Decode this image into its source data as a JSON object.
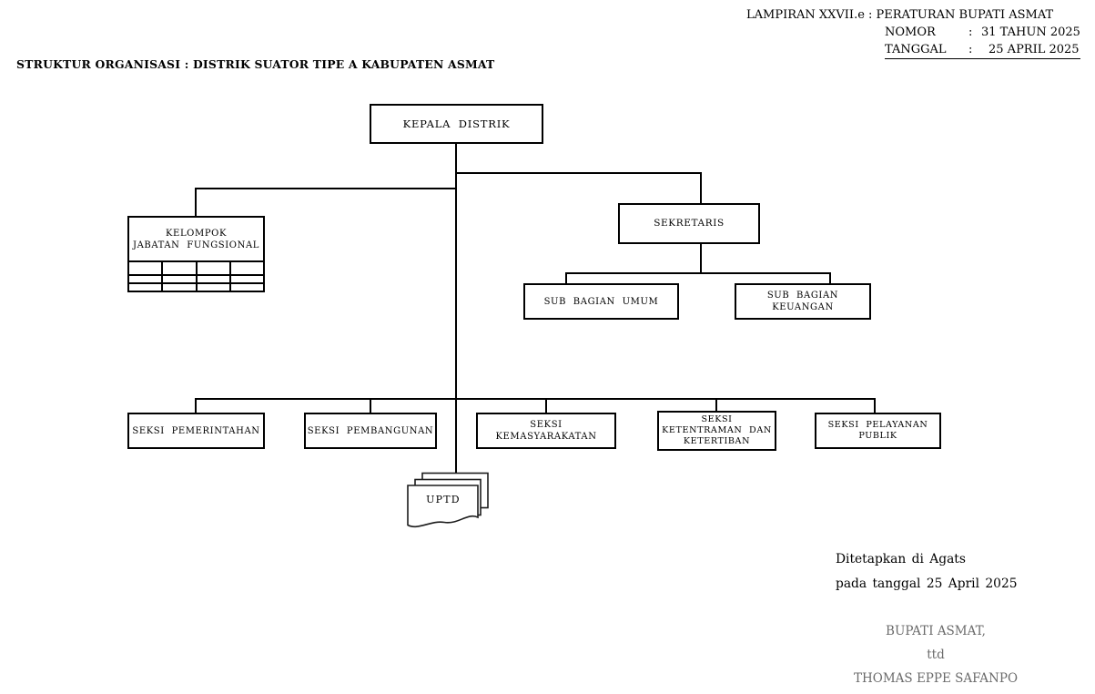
{
  "header": {
    "line1": "LAMPIRAN XXVII.e : PERATURAN BUPATI ASMAT",
    "rows": [
      {
        "label": "NOMOR",
        "sep": ":",
        "value": "31 TAHUN 2025"
      },
      {
        "label": "TANGGAL",
        "sep": ":",
        "value": "25 APRIL 2025"
      }
    ]
  },
  "title": "STRUKTUR ORGANISASI : DISTRIK SUATOR TIPE A KABUPATEN ASMAT",
  "org": {
    "root": {
      "label": "KEPALA DISTRIK"
    },
    "kelompok": {
      "lines": [
        "KELOMPOK",
        "JABATAN FUNGSIONAL"
      ]
    },
    "sekretaris": {
      "label": "SEKRETARIS"
    },
    "sub_bagian": [
      {
        "lines": [
          "SUB BAGIAN UMUM"
        ]
      },
      {
        "lines": [
          "SUB BAGIAN",
          "KEUANGAN"
        ]
      }
    ],
    "seksi": [
      {
        "lines": [
          "SEKSI PEMERINTAHAN"
        ]
      },
      {
        "lines": [
          "SEKSI PEMBANGUNAN"
        ]
      },
      {
        "lines": [
          "SEKSI",
          "KEMASYARAKATAN"
        ]
      },
      {
        "lines": [
          "SEKSI",
          "KETENTRAMAN DAN",
          "KETERTIBAN"
        ]
      },
      {
        "lines": [
          "SEKSI PELAYANAN",
          "PUBLIK"
        ]
      }
    ],
    "uptd": {
      "label": "UPTD"
    }
  },
  "footer": {
    "ditetapkan": "Ditetapkan di Agats",
    "pada_tanggal": "pada tanggal 25 April 2025",
    "jabatan": "BUPATI ASMAT,",
    "ttd": "ttd",
    "nama": "THOMAS EPPE SAFANPO"
  },
  "colors": {
    "line": "#000000",
    "signature_text": "#6b6b6b"
  }
}
